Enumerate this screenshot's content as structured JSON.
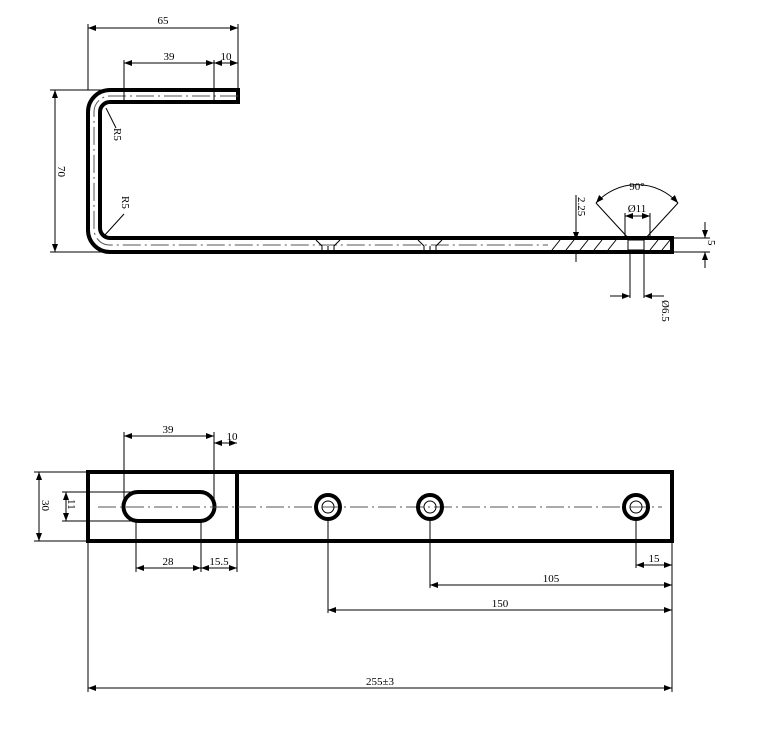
{
  "side_view": {
    "dim_total_width": "65",
    "dim_top_leg": "39",
    "dim_top_end": "10",
    "dim_height": "70",
    "radius_upper": "R5",
    "radius_lower": "R5",
    "dim_countersink_angle": "90°",
    "dim_countersink_dia": "Ø11",
    "dim_depth": "2.25",
    "dim_thickness": "5",
    "dim_hole_dia": "Ø6.5"
  },
  "plan_view": {
    "dim_slot_span": "39",
    "dim_slot_end": "10",
    "dim_width": "30",
    "dim_slot_width": "11",
    "dim_slot_length": "28",
    "dim_slot_offset": "15.5",
    "dim_hole1": "15",
    "dim_hole2": "105",
    "dim_hole3": "150",
    "dim_overall": "255±3"
  },
  "colors": {
    "line": "#000000",
    "centerline": "#555555",
    "background": "#ffffff"
  }
}
